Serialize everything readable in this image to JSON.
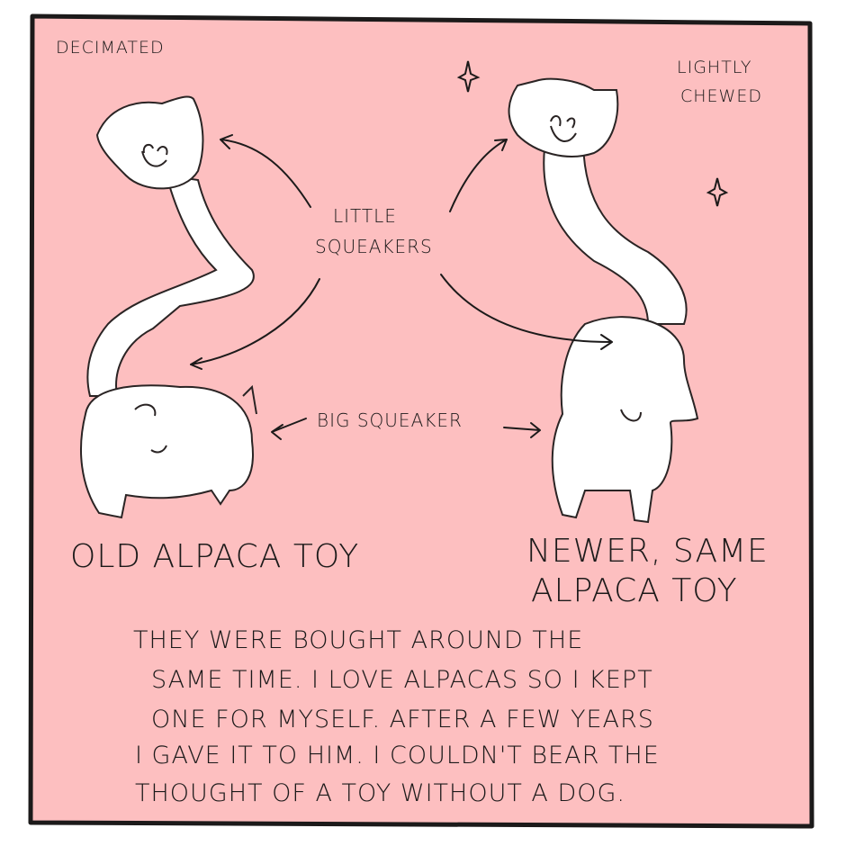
{
  "colors": {
    "background": "#fdbfc0",
    "ink": "#1c1a1a",
    "toy": "#ffffff"
  },
  "labels": {
    "decimated": "DECIMATED",
    "lightly_chewed_1": "LIGHTLY",
    "lightly_chewed_2": "CHEWED",
    "little_squeakers_1": "LITTLE",
    "little_squeakers_2": "SQUEAKERS",
    "big_squeaker": "BIG SQUEAKER",
    "old_toy": "OLD ALPACA TOY",
    "new_toy_1": "NEWER, SAME",
    "new_toy_2": "ALPACA TOY"
  },
  "caption": [
    "THEY WERE BOUGHT AROUND THE",
    "SAME TIME. I LOVE ALPACAS SO I KEPT",
    "ONE FOR MYSELF. AFTER A FEW YEARS",
    "I GAVE IT TO HIM. I COULDN'T BEAR THE",
    "THOUGHT OF A TOY WITHOUT A DOG."
  ]
}
